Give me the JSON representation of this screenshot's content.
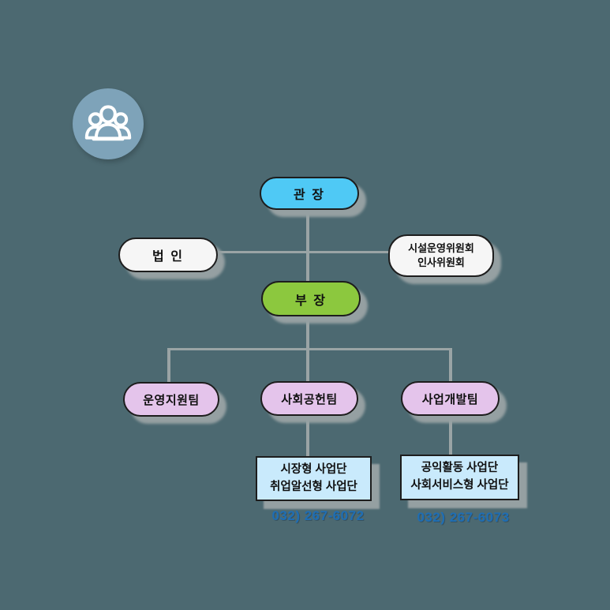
{
  "diagram": {
    "type": "org-chart",
    "nodes": {
      "director": {
        "label": "관 장"
      },
      "corporation": {
        "label": "법 인"
      },
      "committee": {
        "lines": [
          "시설운영위원회",
          "인사위원회"
        ]
      },
      "manager": {
        "label": "부 장"
      },
      "teams": [
        {
          "label": "운영지원팀"
        },
        {
          "label": "사회공헌팀"
        },
        {
          "label": "사업개발팀"
        }
      ],
      "units": [
        {
          "lines": [
            "시장형 사업단",
            "취업알선형 사업단"
          ],
          "phone": "032) 267-6072"
        },
        {
          "lines": [
            "공익활동 사업단",
            "사회서비스형 사업단"
          ],
          "phone": "032) 267-6073"
        }
      ]
    },
    "edges": [
      "director-manager",
      "corporation-director_manager_trunk",
      "committee-director_manager_trunk",
      "manager-team_operations",
      "manager-team_social_contribution",
      "manager-team_business_development",
      "team_social_contribution-unit_market",
      "team_business_development-unit_public"
    ],
    "icon": {
      "name": "people-group-icon"
    },
    "colors": {
      "background": "#4C6971",
      "director_fill": "#4FC9F5",
      "manager_fill": "#8CC83E",
      "team_fill": "#E4C4EB",
      "white_fill": "#F6F6F6",
      "unit_fill": "#C9EAFC",
      "connector": "#9AA4A5",
      "shadow": "#95A0A2",
      "phone_text": "#1E6EB5",
      "icon_circle": "#7EA3B9"
    }
  }
}
